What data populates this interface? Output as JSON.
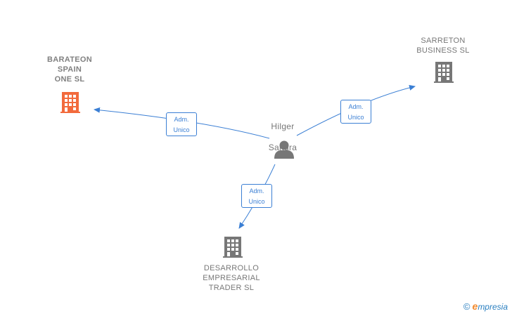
{
  "colors": {
    "edge": "#3b7fd4",
    "node_primary": "#f26a3c",
    "node_default": "#777777"
  },
  "nodes": {
    "center": {
      "line1": "Hilger",
      "line2": "Sandra",
      "icon": "person-icon"
    },
    "barateon": {
      "text": "BARATEON\nSPAIN\nONE  SL",
      "icon": "building-icon"
    },
    "sarreton": {
      "text": "SARRETON\nBUSINESS  SL",
      "icon": "building-icon"
    },
    "desarrollo": {
      "text": "DESARROLLO\nEMPRESARIAL\nTRADER  SL",
      "icon": "building-icon"
    }
  },
  "edges": {
    "to_barateon": "Adm.\nUnico",
    "to_sarreton": "Adm.\nUnico",
    "to_desarrollo": "Adm.\nUnico"
  },
  "watermark": {
    "copyright": "©",
    "brand_initial": "e",
    "brand_rest": "mpresia"
  }
}
